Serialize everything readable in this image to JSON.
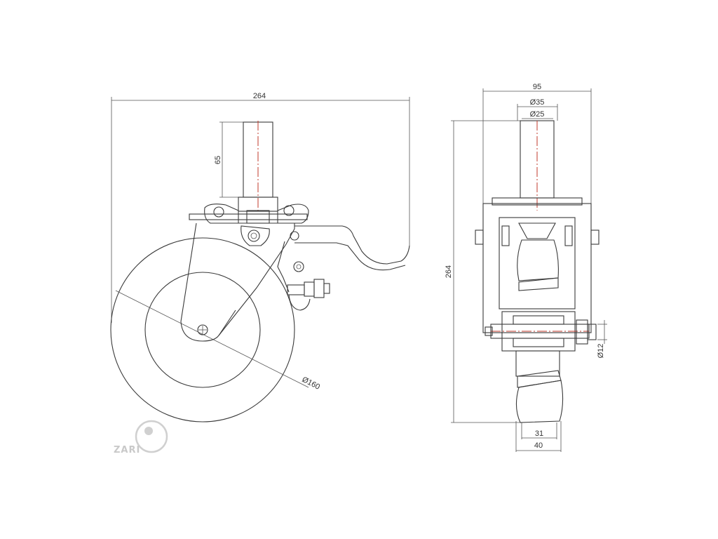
{
  "side_view": {
    "dim_overall_length": "264",
    "dim_stem_height": "65",
    "dim_wheel_diameter": "Ø160"
  },
  "front_view": {
    "dim_overall_width": "95",
    "dim_stem_outer_diameter": "Ø35",
    "dim_stem_inner_diameter": "Ø25",
    "dim_overall_height": "264",
    "dim_axle_diameter": "Ø12",
    "dim_tread_width": "31",
    "dim_wheel_width": "40"
  },
  "logo": {
    "text": "ZARI"
  },
  "colors": {
    "line": "#3a3a3a",
    "centerline": "#c0392b",
    "tread_hatch": "#5a5a5a",
    "logo": "#c9c9c9"
  }
}
